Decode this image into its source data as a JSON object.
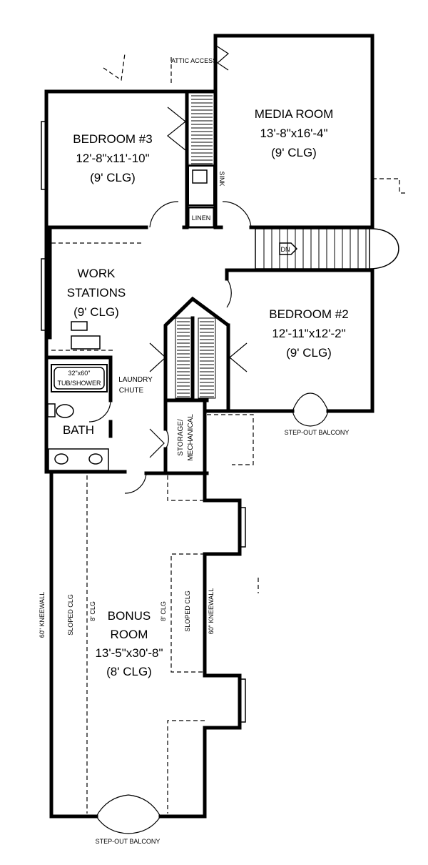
{
  "labels": {
    "attic_access": "ATTIC ACCESS",
    "media_room": {
      "name": "MEDIA ROOM",
      "size": "13'-8\"x16'-4\"",
      "ceiling": "(9' CLG)"
    },
    "bedroom3": {
      "name": "BEDROOM #3",
      "size": "12'-8\"x11'-10\"",
      "ceiling": "(9' CLG)"
    },
    "sink": "SINK",
    "linen": "LINEN",
    "dn": "DN",
    "work_stations": {
      "line1": "WORK",
      "line2": "STATIONS",
      "ceiling": "(9' CLG)"
    },
    "bedroom2": {
      "name": "BEDROOM #2",
      "size": "12'-11\"x12'-2\"",
      "ceiling": "(9' CLG)"
    },
    "tub_shower": {
      "line1": "32\"x60\"",
      "line2": "TUB/SHOWER"
    },
    "laundry_chute": {
      "line1": "LAUNDRY",
      "line2": "CHUTE"
    },
    "bath": "BATH",
    "storage": {
      "line1": "STORAGE/",
      "line2": "MECHANICAL"
    },
    "step_out_balcony_right": "STEP-OUT BALCONY",
    "kneewall_left": "60\" KNEEWALL",
    "sloped_clg_left": "SLOPED CLG",
    "clg8_left": "8' CLG",
    "bonus_room": {
      "name1": "BONUS",
      "name2": "ROOM",
      "size": "13'-5\"x30'-8\"",
      "ceiling": "(8' CLG)"
    },
    "clg8_right": "8' CLG",
    "sloped_clg_right": "SLOPED CLG",
    "kneewall_right": "60\" KNEEWALL",
    "step_out_balcony_bottom": "STEP-OUT BALCONY"
  }
}
